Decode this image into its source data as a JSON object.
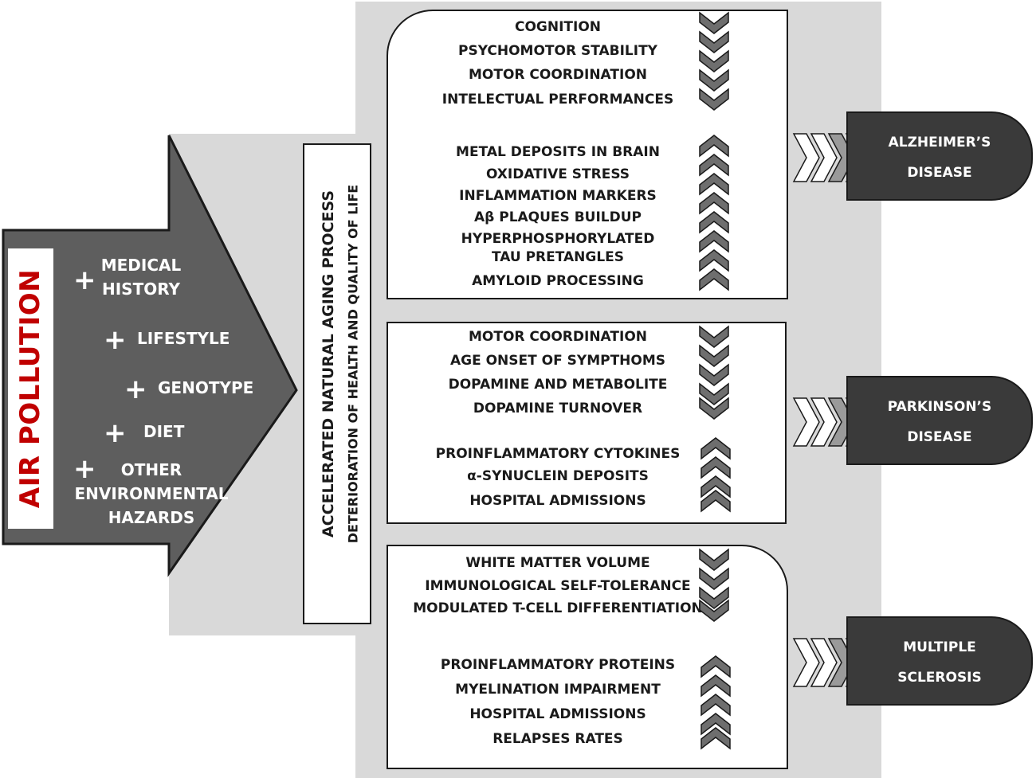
{
  "left": {
    "title": "AIR POLLUTION",
    "factors": [
      {
        "line1": "MEDICAL",
        "line2": "HISTORY"
      },
      {
        "line1": "LIFESTYLE"
      },
      {
        "line1": "GENOTYPE"
      },
      {
        "line1": "DIET"
      },
      {
        "line1": "OTHER",
        "line2": "ENVIRONMENTAL",
        "line3": "HAZARDS"
      }
    ]
  },
  "aging": {
    "title": "ACCELERATED NATURAL AGING PROCESS",
    "subtitle": "DETERIORATION OF HEALTH AND QUALITY OF LIFE"
  },
  "panels": {
    "alzheimers": {
      "decreased": [
        "COGNITION",
        "PSYCHOMOTOR STABILITY",
        "MOTOR COORDINATION",
        "INTELECTUAL PERFORMANCES"
      ],
      "increased": [
        "METAL DEPOSITS IN BRAIN",
        "OXIDATIVE STRESS",
        "INFLAMMATION MARKERS",
        "Aβ PLAQUES BUILDUP",
        "HYPERPHOSPHORYLATED",
        "TAU PRETANGLES",
        "AMYLOID PROCESSING"
      ]
    },
    "parkinsons": {
      "decreased": [
        "MOTOR COORDINATION",
        "AGE ONSET OF SYMPTHOMS",
        "DOPAMINE AND METABOLITE",
        "DOPAMINE TURNOVER"
      ],
      "increased": [
        "PROINFLAMMATORY CYTOKINES",
        "α-SYNUCLEIN DEPOSITS",
        "HOSPITAL ADMISSIONS"
      ]
    },
    "ms": {
      "decreased": [
        "WHITE MATTER VOLUME",
        "IMMUNOLOGICAL SELF-TOLERANCE",
        "MODULATED T-CELL DIFFERENTIATION"
      ],
      "increased": [
        "PROINFLAMMATORY PROTEINS",
        "MYELINATION IMPAIRMENT",
        "HOSPITAL ADMISSIONS",
        "RELAPSES RATES"
      ]
    }
  },
  "diseases": {
    "alzheimers": {
      "line1": "ALZHEIMER’S",
      "line2": "DISEASE"
    },
    "parkinsons": {
      "line1": "PARKINSON’S",
      "line2": "DISEASE"
    },
    "ms": {
      "line1": "MULTIPLE",
      "line2": "SCLEROSIS"
    }
  },
  "colors": {
    "arrow_fill": "#5e5e5e",
    "background_panel": "#d9d9d9",
    "title_red": "#c00000",
    "disease_tab": "#3a3a3a",
    "chevron": "#6e6e6e"
  },
  "icons": {
    "factor_bullet": "plus-icon",
    "decrease": "chevron-down-icon",
    "increase": "chevron-up-icon",
    "flow": "chevron-right-icon"
  }
}
